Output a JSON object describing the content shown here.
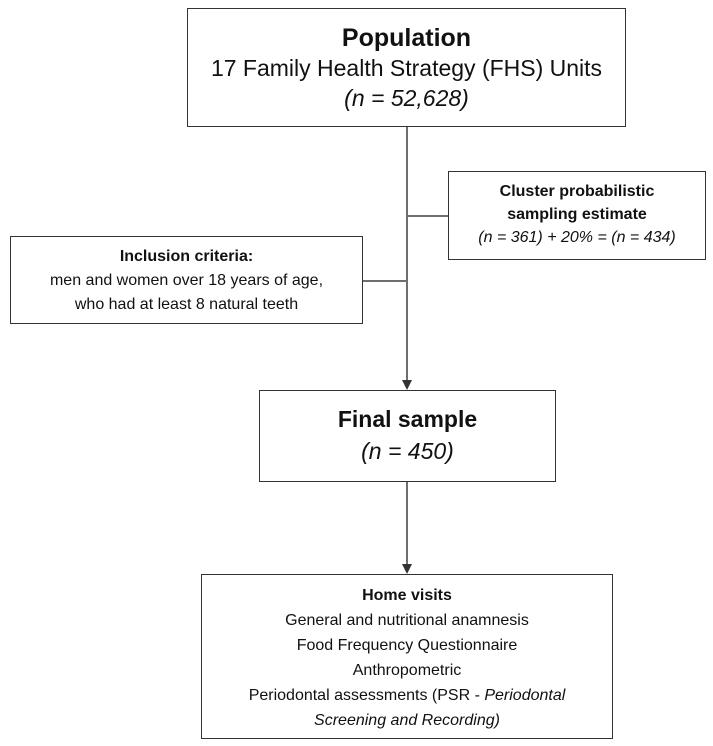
{
  "population": {
    "title": "Population",
    "subtitle": "17 Family Health Strategy (FHS) Units",
    "n": "(n = 52,628)"
  },
  "cluster": {
    "title_line1": "Cluster probabilistic",
    "title_line2": "sampling estimate",
    "n": "(n = 361) + 20% = (n = 434)"
  },
  "inclusion": {
    "title": "Inclusion criteria:",
    "line1": "men and women over 18 years of age,",
    "line2": "who had at least 8 natural teeth"
  },
  "final": {
    "title": "Final sample",
    "n": "(n = 450)"
  },
  "home": {
    "title": "Home visits",
    "items": [
      "General and nutritional anamnesis",
      "Food Frequency Questionnaire",
      "Anthropometric"
    ],
    "last_prefix": "Periodontal assessments (PSR - ",
    "last_italic_1": "Periodontal",
    "last_italic_2": "Screening and Recording)"
  }
}
